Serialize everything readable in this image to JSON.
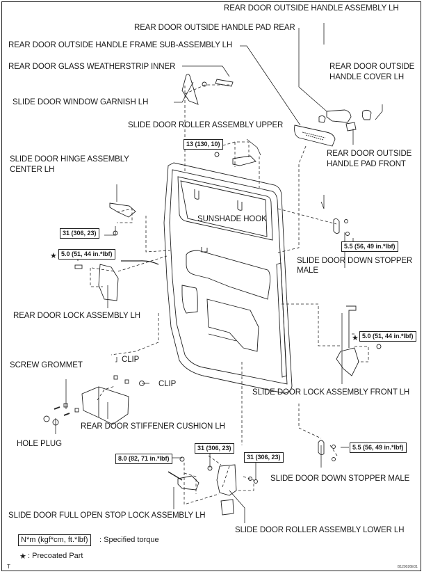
{
  "diagram": {
    "title": "Slide door (rear door LH) components",
    "labels": {
      "outside_handle_assy": "REAR DOOR OUTSIDE HANDLE ASSEMBLY LH",
      "handle_pad_rear": "REAR DOOR OUTSIDE HANDLE PAD REAR",
      "handle_frame_sub": "REAR DOOR OUTSIDE HANDLE FRAME SUB-ASSEMBLY LH",
      "glass_weatherstrip": "REAR DOOR GLASS WEATHERSTRIP INNER",
      "handle_cover_1": "REAR DOOR OUTSIDE",
      "handle_cover_2": "HANDLE COVER LH",
      "window_garnish": "SLIDE DOOR WINDOW GARNISH LH",
      "roller_upper": "SLIDE DOOR ROLLER ASSEMBLY UPPER",
      "handle_pad_front_1": "REAR DOOR OUTSIDE",
      "handle_pad_front_2": "HANDLE PAD FRONT",
      "hinge_center_1": "SLIDE DOOR HINGE ASSEMBLY",
      "hinge_center_2": "CENTER LH",
      "sunshade_hook": "SUNSHADE HOOK",
      "down_stopper_male_top_1": "SLIDE DOOR DOWN STOPPER",
      "down_stopper_male_top_2": "MALE",
      "rear_door_lock": "REAR DOOR LOCK ASSEMBLY LH",
      "screw_grommet": "SCREW GROMMET",
      "clip_1": "CLIP",
      "clip_2": "CLIP",
      "lock_front": "SLIDE DOOR LOCK ASSEMBLY FRONT LH",
      "hole_plug": "HOLE PLUG",
      "stiffener_cushion": "REAR DOOR STIFFENER CUSHION LH",
      "down_stopper_male_bottom": "SLIDE DOOR DOWN STOPPER MALE",
      "full_open_stop": "SLIDE DOOR FULL OPEN STOP LOCK ASSEMBLY LH",
      "roller_lower": "SLIDE DOOR ROLLER ASSEMBLY LOWER LH"
    },
    "torques": {
      "roller_upper_bolt": "13 (130, 10)",
      "hinge_center_bolt": "31 (306, 23)",
      "rear_lock_screw": "5.0 (51, 44 in.*lbf)",
      "down_stopper_top": "5.5 (56, 49 in.*lbf)",
      "lock_front_screw": "5.0 (51, 44 in.*lbf)",
      "full_open_stop": "8.0 (82, 71 in.*lbf)",
      "roller_lower_a": "31 (306, 23)",
      "roller_lower_b": "31 (306, 23)",
      "down_stopper_bottom": "5.5 (56, 49 in.*lbf)"
    },
    "precoated_symbol": "★",
    "legend": {
      "torque_unit_box": "N*m (kgf*cm, ft.*lbf)",
      "torque_text": ": Specified torque",
      "precoat_symbol": "★",
      "precoat_text": ": Precoated Part"
    },
    "corner_mark": "T",
    "figure_code": "B120026E01"
  }
}
